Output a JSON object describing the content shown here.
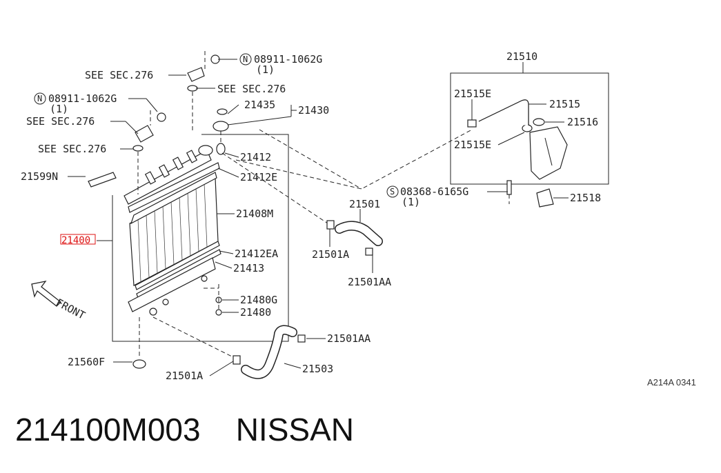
{
  "labels": {
    "l1": "08911-1062G",
    "l1q": "(1)",
    "l2": "SEE SEC.276",
    "l3": "SEE SEC.276",
    "l4": "08911-1062G",
    "l4q": "(1)",
    "l5": "SEE SEC.276",
    "l6": "SEE SEC.276",
    "l7": "21599N",
    "l8": "21400",
    "l9": "21435",
    "l10": "21430",
    "l11": "21412",
    "l12": "21412E",
    "l13": "21408M",
    "l14": "21412EA",
    "l15": "21413",
    "l16": "21480G",
    "l17": "21480",
    "l18": "21560F",
    "l19": "21501A",
    "l20": "21503",
    "l21": "21501AA",
    "l22": "21501",
    "l23": "21501A",
    "l24": "21501AA",
    "l25": "21510",
    "l26": "21515E",
    "l27": "21515",
    "l28": "21516",
    "l29": "21515E",
    "l30": "08368-6165G",
    "l30q": "(1)",
    "l31": "21518",
    "front": "FRONT",
    "ref": "A214A 0341"
  },
  "circle_marks": {
    "n": "N",
    "s": "S"
  },
  "footer": {
    "part_number": "214100M003",
    "brand": "NISSAN"
  }
}
